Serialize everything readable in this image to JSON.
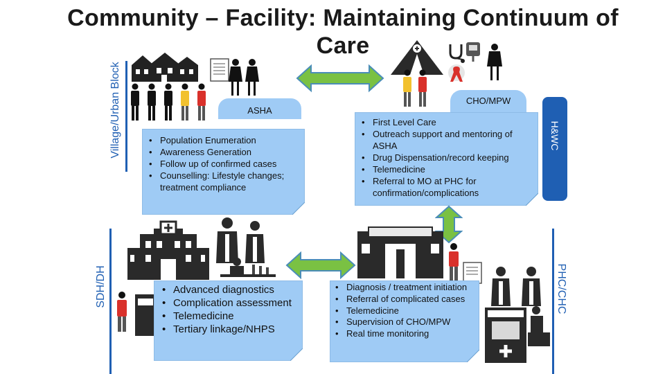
{
  "title": "Community – Facility: Maintaining Continuum of Care",
  "side_labels": {
    "left_top": "Village/Urban Block",
    "left_bottom": "SDH/DH",
    "right_top": "H&WC",
    "right_bottom": "PHC/CHC"
  },
  "tabs": {
    "asha": "ASHA",
    "cho": "CHO/MPW"
  },
  "boxes": {
    "asha": [
      "Population Enumeration",
      "Awareness Generation",
      "Follow up of confirmed cases",
      "Counselling: Lifestyle changes; treatment compliance"
    ],
    "cho": [
      "First Level Care",
      "Outreach support and mentoring of ASHA",
      "Drug Dispensation/record keeping",
      "Telemedicine",
      "Referral to MO at PHC for confirmation/complications"
    ],
    "sdh": [
      "Advanced diagnostics",
      "Complication assessment",
      "Telemedicine",
      " Tertiary linkage/NHPS"
    ],
    "phc": [
      "Diagnosis / treatment initiation",
      "Referral of  complicated cases",
      "Telemedicine",
      "Supervision of CHO/MPW",
      "Real time monitoring"
    ]
  },
  "icons": {
    "houses": "houses-icon",
    "people": "community-people-icon",
    "clipboard": "clipboard-icon",
    "tent": "health-tent-icon",
    "ribbon": "red-ribbon-icon",
    "hospital": "hospital-building-icon",
    "phc_building": "primary-health-centre-icon",
    "pharmacy": "pharmacy-icon",
    "doctor": "doctor-icon"
  },
  "colors": {
    "accent_blue": "#1f5fb3",
    "box_blue": "#9fcbf5",
    "arrow_green": "#7ac143",
    "arrow_outline": "#4a8db8",
    "highlight_red": "#d9312b",
    "highlight_yellow": "#f2c12e"
  }
}
